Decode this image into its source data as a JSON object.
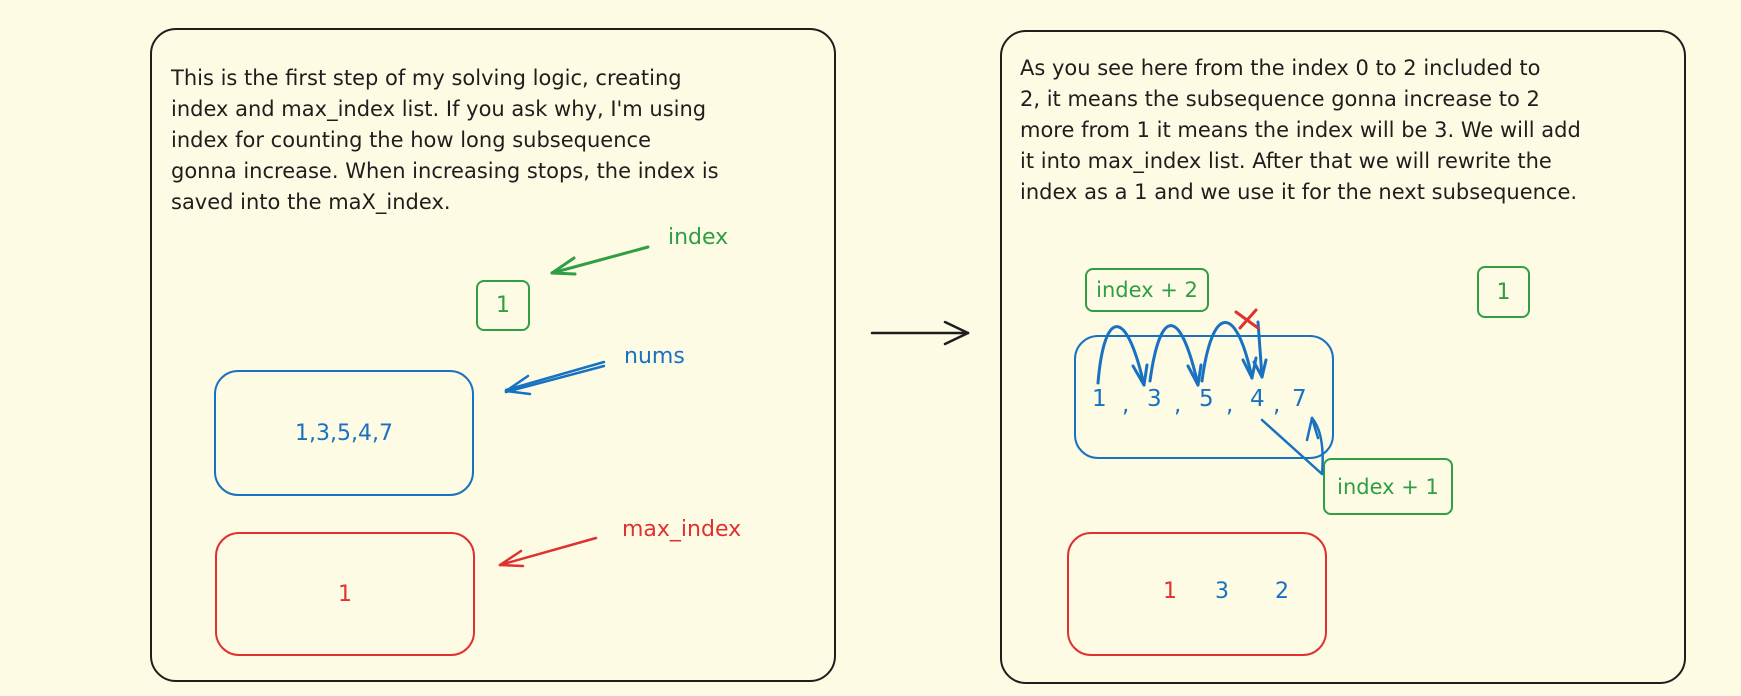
{
  "left_panel": {
    "description": "This is the first step of my solving logic, creating\nindex and max_index list. If you ask why, I'm using\nindex for counting the how long subsequence\ngonna increase. When increasing stops, the index is\nsaved into the maX_index.",
    "index_label": "index",
    "index_value": "1",
    "nums_label": "nums",
    "nums_value": "1,3,5,4,7",
    "max_index_label": "max_index",
    "max_index_value": "1"
  },
  "right_panel": {
    "description": " As you see here from the index 0 to 2 included to\n2, it means the subsequence gonna increase to 2\nmore from 1 it means the index will be 3. We will add\nit into max_index list. After that we will rewrite the\nindex as a 1 and we use it for the next subsequence.",
    "index_plus_2_label": "index + 2",
    "index_plus_1_label": "index + 1",
    "index_value": "1",
    "nums": [
      "1",
      ",",
      "3",
      ",",
      "5",
      ",",
      "4",
      ",",
      "7"
    ],
    "max_index_values": [
      "1",
      "3",
      "2"
    ]
  },
  "colors": {
    "background": "#fdfbe3",
    "stroke": "#1e1e1e",
    "green": "#2f9e44",
    "blue": "#1971c2",
    "red": "#e03131"
  }
}
